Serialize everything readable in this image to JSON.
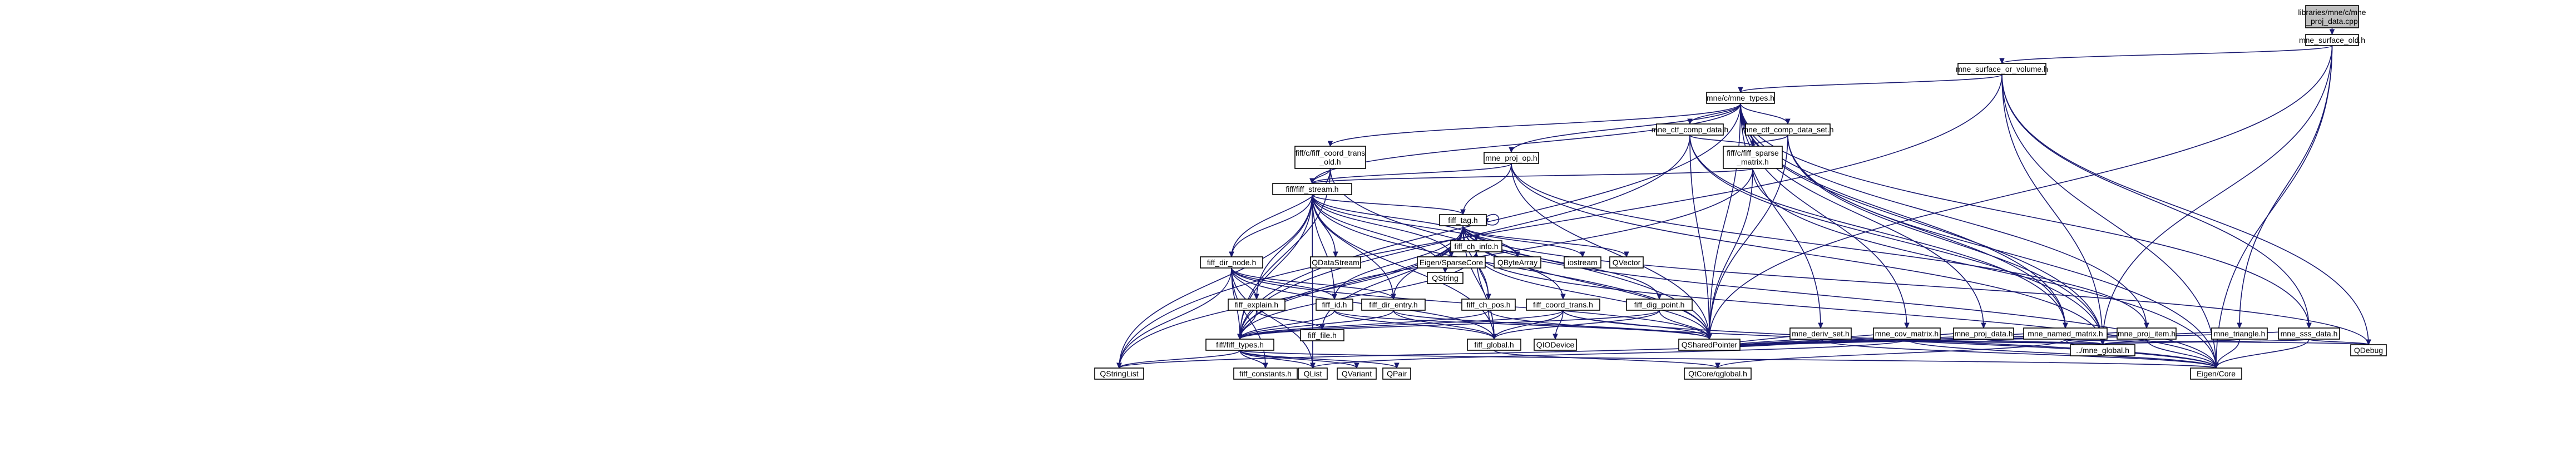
{
  "nodes": [
    {
      "id": "root",
      "lines": [
        "libraries/mne/c/mne",
        "_proj_data.cpp"
      ],
      "root": true
    },
    {
      "id": "surface_old",
      "lines": [
        "mne_surface_old.h"
      ]
    },
    {
      "id": "surface_or_volume",
      "lines": [
        "mne_surface_or_volume.h"
      ]
    },
    {
      "id": "types",
      "lines": [
        "mne/c/mne_types.h"
      ]
    },
    {
      "id": "ctf_comp_data",
      "lines": [
        "mne_ctf_comp_data.h"
      ]
    },
    {
      "id": "ctf_comp_data_set",
      "lines": [
        "mne_ctf_comp_data_set.h"
      ]
    },
    {
      "id": "coord_trans_old",
      "lines": [
        "fiff/c/fiff_coord_trans",
        "_old.h"
      ]
    },
    {
      "id": "proj_op",
      "lines": [
        "mne_proj_op.h"
      ]
    },
    {
      "id": "sparse_matrix",
      "lines": [
        "fiff/c/fiff_sparse",
        "_matrix.h"
      ]
    },
    {
      "id": "fiff_stream",
      "lines": [
        "fiff/fiff_stream.h"
      ]
    },
    {
      "id": "fiff_tag",
      "lines": [
        "fiff_tag.h"
      ]
    },
    {
      "id": "ch_info",
      "lines": [
        "fiff_ch_info.h"
      ]
    },
    {
      "id": "dir_node",
      "lines": [
        "fiff_dir_node.h"
      ]
    },
    {
      "id": "eigen_sparse",
      "lines": [
        "Eigen/SparseCore"
      ]
    },
    {
      "id": "qbytearray",
      "lines": [
        "QByteArray"
      ]
    },
    {
      "id": "qdatastream",
      "lines": [
        "QDataStream"
      ]
    },
    {
      "id": "iostream",
      "lines": [
        "iostream"
      ]
    },
    {
      "id": "qvector",
      "lines": [
        "QVector"
      ]
    },
    {
      "id": "explain",
      "lines": [
        "fiff_explain.h"
      ]
    },
    {
      "id": "fiff_id",
      "lines": [
        "fiff_id.h"
      ]
    },
    {
      "id": "dir_entry",
      "lines": [
        "fiff_dir_entry.h"
      ]
    },
    {
      "id": "qstring",
      "lines": [
        "QString"
      ]
    },
    {
      "id": "ch_pos",
      "lines": [
        "fiff_ch_pos.h"
      ]
    },
    {
      "id": "coord_trans",
      "lines": [
        "fiff_coord_trans.h"
      ]
    },
    {
      "id": "dig_point",
      "lines": [
        "fiff_dig_point.h"
      ]
    },
    {
      "id": "fiff_types",
      "lines": [
        "fiff/fiff_types.h"
      ]
    },
    {
      "id": "file",
      "lines": [
        "fiff_file.h"
      ]
    },
    {
      "id": "fiff_global",
      "lines": [
        "fiff_global.h"
      ]
    },
    {
      "id": "qiodevice",
      "lines": [
        "QIODevice"
      ]
    },
    {
      "id": "qsharedpointer",
      "lines": [
        "QSharedPointer"
      ]
    },
    {
      "id": "constants",
      "lines": [
        "fiff_constants.h"
      ]
    },
    {
      "id": "qstringlist",
      "lines": [
        "QStringList"
      ]
    },
    {
      "id": "qlist",
      "lines": [
        "QList"
      ]
    },
    {
      "id": "qvariant",
      "lines": [
        "QVariant"
      ]
    },
    {
      "id": "qpair",
      "lines": [
        "QPair"
      ]
    },
    {
      "id": "qtcoreglobal",
      "lines": [
        "QtCore/qglobal.h"
      ]
    },
    {
      "id": "deriv_set",
      "lines": [
        "mne_deriv_set.h"
      ]
    },
    {
      "id": "cov_matrix",
      "lines": [
        "mne_cov_matrix.h"
      ]
    },
    {
      "id": "proj_data",
      "lines": [
        "mne_proj_data.h"
      ]
    },
    {
      "id": "named_matrix",
      "lines": [
        "mne_named_matrix.h"
      ]
    },
    {
      "id": "proj_item",
      "lines": [
        "mne_proj_item.h"
      ]
    },
    {
      "id": "triangle",
      "lines": [
        "mne_triangle.h"
      ]
    },
    {
      "id": "sss_data",
      "lines": [
        "mne_sss_data.h"
      ]
    },
    {
      "id": "mne_global",
      "lines": [
        "../mne_global.h"
      ]
    },
    {
      "id": "qdebug",
      "lines": [
        "QDebug"
      ]
    },
    {
      "id": "eigen_core",
      "lines": [
        "Eigen/Core"
      ]
    }
  ],
  "edges": [
    [
      "root",
      "surface_old"
    ],
    [
      "surface_old",
      "surface_or_volume"
    ],
    [
      "surface_old",
      "mne_global"
    ],
    [
      "surface_old",
      "qsharedpointer"
    ],
    [
      "surface_old",
      "eigen_core"
    ],
    [
      "surface_old",
      "triangle"
    ],
    [
      "surface_or_volume",
      "types"
    ],
    [
      "surface_or_volume",
      "qstringlist"
    ],
    [
      "surface_or_volume",
      "qdebug"
    ],
    [
      "surface_or_volume",
      "eigen_core"
    ],
    [
      "surface_or_volume",
      "mne_global"
    ],
    [
      "surface_or_volume",
      "sss_data"
    ],
    [
      "types",
      "ctf_comp_data"
    ],
    [
      "types",
      "ctf_comp_data_set"
    ],
    [
      "types",
      "coord_trans_old"
    ],
    [
      "types",
      "proj_op"
    ],
    [
      "types",
      "sparse_matrix"
    ],
    [
      "types",
      "fiff_stream"
    ],
    [
      "types",
      "fiff_types"
    ],
    [
      "types",
      "named_matrix"
    ],
    [
      "types",
      "deriv_set"
    ],
    [
      "types",
      "cov_matrix"
    ],
    [
      "types",
      "proj_data"
    ],
    [
      "types",
      "proj_item"
    ],
    [
      "types",
      "sss_data"
    ],
    [
      "types",
      "mne_global"
    ],
    [
      "types",
      "qsharedpointer"
    ],
    [
      "ctf_comp_data",
      "sparse_matrix"
    ],
    [
      "ctf_comp_data",
      "named_matrix"
    ],
    [
      "ctf_comp_data",
      "fiff_types"
    ],
    [
      "ctf_comp_data",
      "mne_global"
    ],
    [
      "ctf_comp_data",
      "qsharedpointer"
    ],
    [
      "ctf_comp_data_set",
      "sparse_matrix"
    ],
    [
      "ctf_comp_data_set",
      "named_matrix"
    ],
    [
      "ctf_comp_data_set",
      "qsharedpointer"
    ],
    [
      "ctf_comp_data_set",
      "eigen_core"
    ],
    [
      "ctf_comp_data_set",
      "mne_global"
    ],
    [
      "coord_trans_old",
      "fiff_stream"
    ],
    [
      "coord_trans_old",
      "fiff_types"
    ],
    [
      "coord_trans_old",
      "qsharedpointer"
    ],
    [
      "coord_trans_old",
      "dir_node"
    ],
    [
      "proj_op",
      "fiff_stream"
    ],
    [
      "proj_op",
      "fiff_tag"
    ],
    [
      "proj_op",
      "qsharedpointer"
    ],
    [
      "proj_op",
      "mne_global"
    ],
    [
      "proj_op",
      "proj_item"
    ],
    [
      "sparse_matrix",
      "fiff_stream"
    ],
    [
      "sparse_matrix",
      "fiff_types"
    ],
    [
      "sparse_matrix",
      "qsharedpointer"
    ],
    [
      "sparse_matrix",
      "eigen_core"
    ],
    [
      "fiff_stream",
      "fiff_tag"
    ],
    [
      "fiff_stream",
      "dir_node"
    ],
    [
      "fiff_stream",
      "eigen_sparse"
    ],
    [
      "fiff_stream",
      "qbytearray"
    ],
    [
      "fiff_stream",
      "qdatastream"
    ],
    [
      "fiff_stream",
      "qstring"
    ],
    [
      "fiff_stream",
      "fiff_id"
    ],
    [
      "fiff_stream",
      "dir_entry"
    ],
    [
      "fiff_stream",
      "fiff_types"
    ],
    [
      "fiff_stream",
      "fiff_global"
    ],
    [
      "fiff_stream",
      "qsharedpointer"
    ],
    [
      "fiff_stream",
      "qstringlist"
    ],
    [
      "fiff_stream",
      "qlist"
    ],
    [
      "fiff_stream",
      "ch_info"
    ],
    [
      "fiff_stream",
      "explain"
    ],
    [
      "fiff_tag",
      "fiff_tag"
    ],
    [
      "fiff_tag",
      "ch_info"
    ],
    [
      "fiff_tag",
      "qbytearray"
    ],
    [
      "fiff_tag",
      "iostream"
    ],
    [
      "fiff_tag",
      "qvector"
    ],
    [
      "fiff_tag",
      "eigen_sparse"
    ],
    [
      "fiff_tag",
      "fiff_id"
    ],
    [
      "fiff_tag",
      "dir_entry"
    ],
    [
      "fiff_tag",
      "ch_pos"
    ],
    [
      "fiff_tag",
      "coord_trans"
    ],
    [
      "fiff_tag",
      "dig_point"
    ],
    [
      "fiff_tag",
      "fiff_types"
    ],
    [
      "fiff_tag",
      "fiff_global"
    ],
    [
      "fiff_tag",
      "qsharedpointer"
    ],
    [
      "fiff_tag",
      "eigen_core"
    ],
    [
      "fiff_tag",
      "file"
    ],
    [
      "fiff_tag",
      "qdebug"
    ],
    [
      "fiff_tag",
      "qstring"
    ],
    [
      "fiff_tag",
      "qstringlist"
    ],
    [
      "ch_info",
      "ch_pos"
    ],
    [
      "ch_info",
      "fiff_types"
    ],
    [
      "ch_info",
      "fiff_global"
    ],
    [
      "ch_info",
      "qsharedpointer"
    ],
    [
      "ch_info",
      "qstring"
    ],
    [
      "ch_info",
      "eigen_core"
    ],
    [
      "dir_node",
      "fiff_id"
    ],
    [
      "dir_node",
      "dir_entry"
    ],
    [
      "dir_node",
      "explain"
    ],
    [
      "dir_node",
      "fiff_types"
    ],
    [
      "dir_node",
      "fiff_global"
    ],
    [
      "dir_node",
      "qsharedpointer"
    ],
    [
      "dir_node",
      "qlist"
    ],
    [
      "dir_node",
      "qstringlist"
    ],
    [
      "dir_node",
      "constants"
    ],
    [
      "explain",
      "fiff_types"
    ],
    [
      "explain",
      "file"
    ],
    [
      "fiff_id",
      "fiff_types"
    ],
    [
      "fiff_id",
      "fiff_global"
    ],
    [
      "fiff_id",
      "qsharedpointer"
    ],
    [
      "dir_entry",
      "fiff_types"
    ],
    [
      "dir_entry",
      "fiff_global"
    ],
    [
      "dir_entry",
      "qsharedpointer"
    ],
    [
      "ch_pos",
      "fiff_types"
    ],
    [
      "ch_pos",
      "fiff_global"
    ],
    [
      "ch_pos",
      "eigen_core"
    ],
    [
      "coord_trans",
      "fiff_types"
    ],
    [
      "coord_trans",
      "fiff_global"
    ],
    [
      "coord_trans",
      "qiodevice"
    ],
    [
      "coord_trans",
      "eigen_core"
    ],
    [
      "coord_trans",
      "qsharedpointer"
    ],
    [
      "dig_point",
      "fiff_types"
    ],
    [
      "dig_point",
      "fiff_global"
    ],
    [
      "dig_point",
      "qsharedpointer"
    ],
    [
      "fiff_types",
      "constants"
    ],
    [
      "fiff_types",
      "qlist"
    ],
    [
      "fiff_types",
      "qvariant"
    ],
    [
      "fiff_types",
      "qpair"
    ],
    [
      "fiff_types",
      "qstringlist"
    ],
    [
      "fiff_types",
      "eigen_core"
    ],
    [
      "fiff_global",
      "qtcoreglobal"
    ],
    [
      "deriv_set",
      "qsharedpointer"
    ],
    [
      "deriv_set",
      "mne_global"
    ],
    [
      "deriv_set",
      "eigen_core"
    ],
    [
      "deriv_set",
      "qstringlist"
    ],
    [
      "cov_matrix",
      "qsharedpointer"
    ],
    [
      "cov_matrix",
      "mne_global"
    ],
    [
      "cov_matrix",
      "eigen_core"
    ],
    [
      "cov_matrix",
      "qlist"
    ],
    [
      "proj_data",
      "qsharedpointer"
    ],
    [
      "proj_data",
      "mne_global"
    ],
    [
      "named_matrix",
      "qsharedpointer"
    ],
    [
      "named_matrix",
      "mne_global"
    ],
    [
      "named_matrix",
      "eigen_core"
    ],
    [
      "named_matrix",
      "qtcoreglobal"
    ],
    [
      "named_matrix",
      "qdebug"
    ],
    [
      "proj_item",
      "qsharedpointer"
    ],
    [
      "proj_item",
      "mne_global"
    ],
    [
      "proj_item",
      "eigen_core"
    ],
    [
      "triangle",
      "qsharedpointer"
    ],
    [
      "triangle",
      "mne_global"
    ],
    [
      "triangle",
      "eigen_core"
    ],
    [
      "sss_data",
      "qsharedpointer"
    ],
    [
      "sss_data",
      "mne_global"
    ],
    [
      "sss_data",
      "eigen_core"
    ],
    [
      "sss_data",
      "qdebug"
    ]
  ]
}
